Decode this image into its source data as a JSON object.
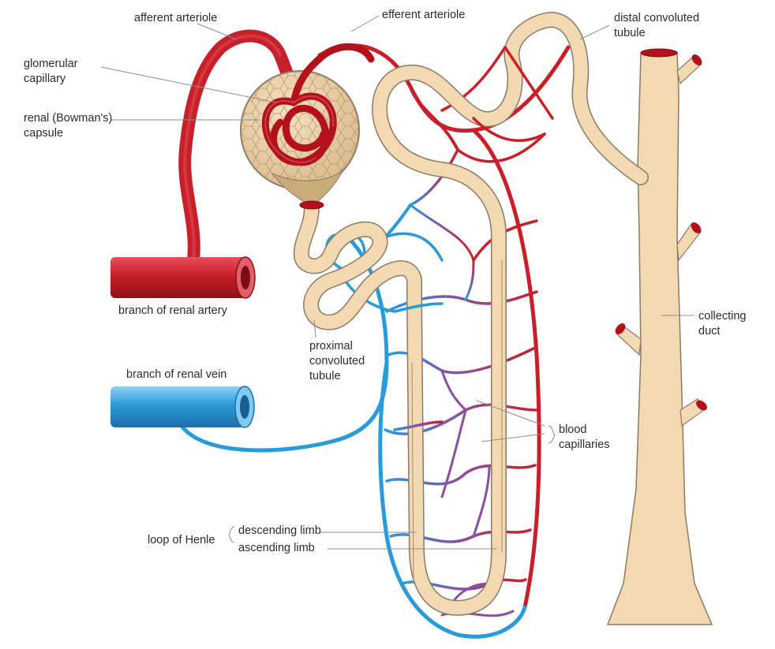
{
  "labels": {
    "afferent_arteriole": "afferent arteriole",
    "efferent_arteriole": "efferent arteriole",
    "glomerular_capillary": [
      "glomerular",
      "capillary"
    ],
    "renal_capsule": [
      "renal (Bowman's)",
      "capsule"
    ],
    "distal_tubule": [
      "distal convoluted",
      "tubule"
    ],
    "branch_renal_artery": "branch of renal artery",
    "branch_renal_vein": "branch of renal vein",
    "proximal_tubule": [
      "proximal",
      "convoluted",
      "tubule"
    ],
    "collecting_duct": [
      "collecting",
      "duct"
    ],
    "blood_capillaries": [
      "blood",
      "capillaries"
    ],
    "loop_of_henle": "loop of Henle",
    "descending_limb": "descending limb",
    "ascending_limb": "ascending limb"
  },
  "colors": {
    "artery_red": "#c8202a",
    "vein_blue": "#2a9ad8",
    "tubule_tan": "#f3d9b1",
    "tubule_outline": "#8a7a66",
    "capsule_fill": "#e9cfa6",
    "leader_line": "#8c8c8c"
  }
}
